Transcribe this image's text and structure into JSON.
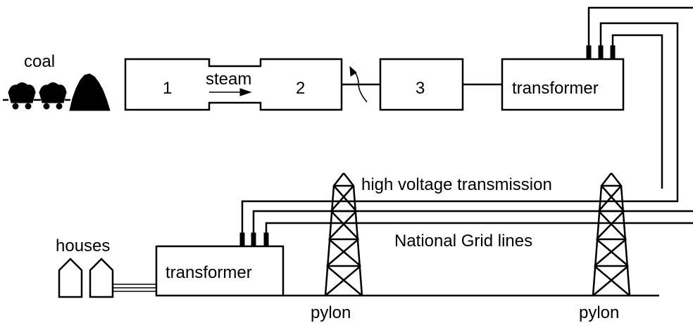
{
  "labels": {
    "coal": "coal",
    "steam": "steam",
    "box1": "1",
    "box2": "2",
    "box3": "3",
    "transformer_top": "transformer",
    "high_voltage": "high voltage transmission",
    "national_grid": "National Grid lines",
    "houses": "houses",
    "transformer_bottom": "transformer",
    "pylon_left": "pylon",
    "pylon_right": "pylon"
  }
}
